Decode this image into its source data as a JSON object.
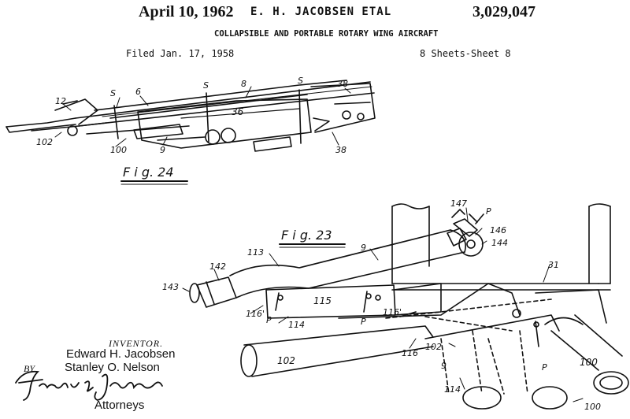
{
  "header": {
    "date": "April 10, 1962",
    "inventors": "E. H. JACOBSEN ETAL",
    "patent_number": "3,029,047",
    "title": "COLLAPSIBLE AND PORTABLE ROTARY WING AIRCRAFT",
    "filed": "Filed Jan. 17, 1958",
    "sheet": "8 Sheets-Sheet 8"
  },
  "figures": {
    "fig24": {
      "caption": "F i g. 24",
      "labels": [
        "12",
        "S",
        "6",
        "S",
        "8",
        "S",
        "38",
        "36",
        "38",
        "102",
        "100",
        "9"
      ]
    },
    "fig23": {
      "caption": "F i g. 23",
      "labels": [
        "147",
        "P",
        "146",
        "144",
        "9",
        "113",
        "142",
        "31",
        "143",
        "115",
        "116'",
        "P",
        "114",
        "P",
        "116'",
        "116",
        "102",
        "102",
        "9",
        "P",
        "100",
        "114",
        "100"
      ]
    }
  },
  "signature": {
    "inventor_label": "INVENTOR.",
    "inventor_1": "Edward H. Jacobsen",
    "inventor_2": "Stanley O. Nelson",
    "by": "BY",
    "firm_signature": "Fryer & Johnson",
    "attorneys": "Attorneys"
  }
}
